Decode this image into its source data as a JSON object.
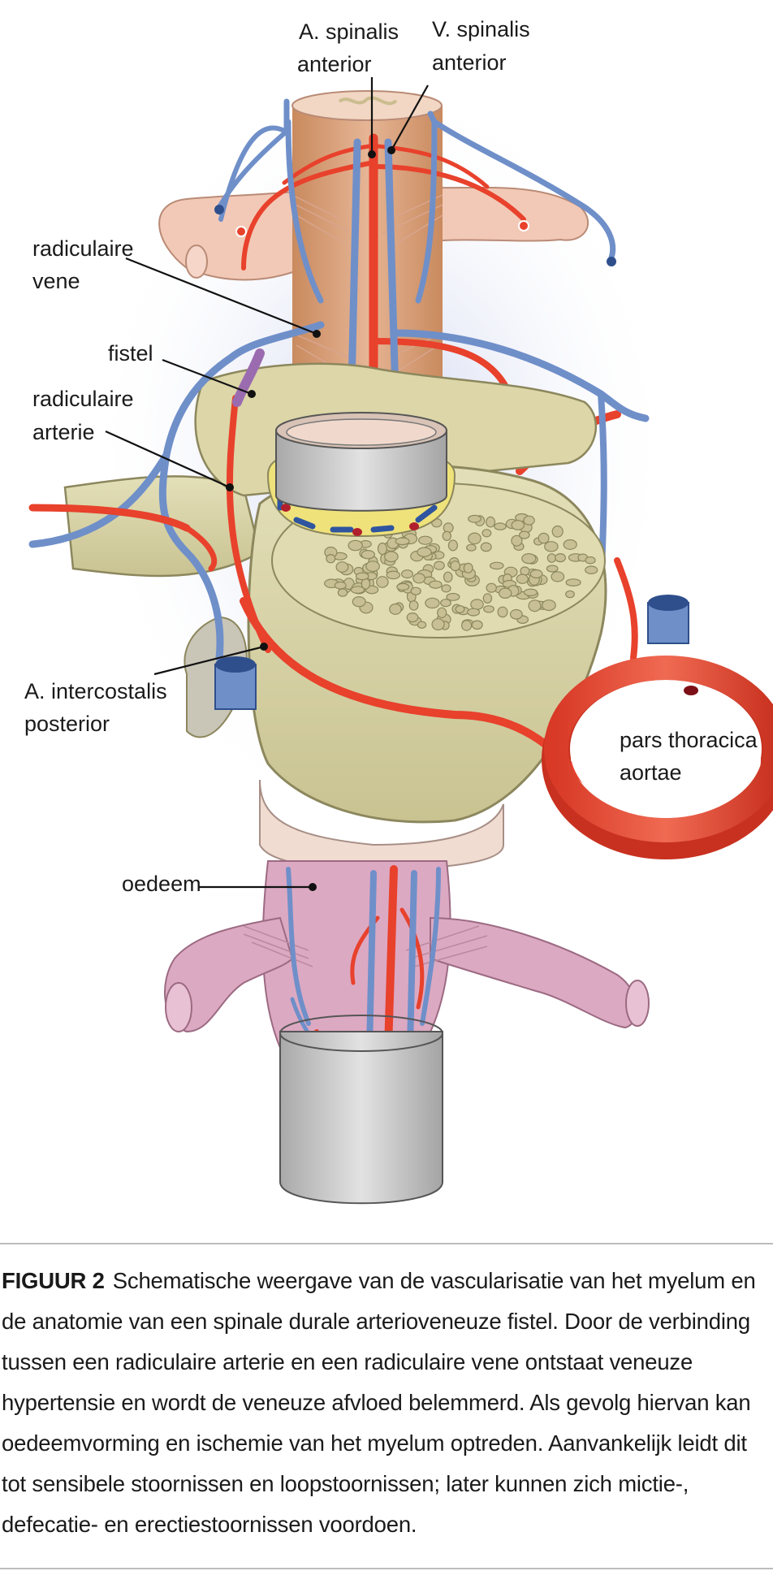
{
  "labels": {
    "a_spinalis_anterior": [
      "A. spinalis",
      "anterior"
    ],
    "v_spinalis_anterior": [
      "V. spinalis",
      "anterior"
    ],
    "radiculaire_vene": [
      "radiculaire",
      "vene"
    ],
    "fistel": [
      "fistel"
    ],
    "radiculaire_arterie": [
      "radiculaire",
      "arterie"
    ],
    "a_intercostalis_posterior": [
      "A. intercostalis",
      "posterior"
    ],
    "pars_thoracica_aortae": [
      "pars thoracica",
      "aortae"
    ],
    "oedeem": [
      "oedeem"
    ]
  },
  "caption": {
    "figure_number": "FIGUUR 2",
    "text": "Schematische weergave van de vascularisatie van het myelum en de anatomie van een spinale durale arterioveneuze fistel. Door de verbinding tussen een radiculaire arterie en een radiculaire vene ontstaat veneuze hypertensie en wordt de veneuze afvloed belemmerd. Als gevolg hiervan kan oedeemvorming en ischemie van het myelum optreden. Aanvankelijk leidt dit tot sensibele stoornissen en loopstoornissen; later kunnen zich mictie-, defecatie- en erectiestoornissen voordoen."
  },
  "colors": {
    "artery": "#e8412c",
    "vein": "#6f8fc9",
    "bone": "#d9d4a6",
    "nerve": "#f1c7b4",
    "edema": "#dca9c2",
    "dura": "#c9c9c9",
    "fistula": "#9b6bb0"
  }
}
